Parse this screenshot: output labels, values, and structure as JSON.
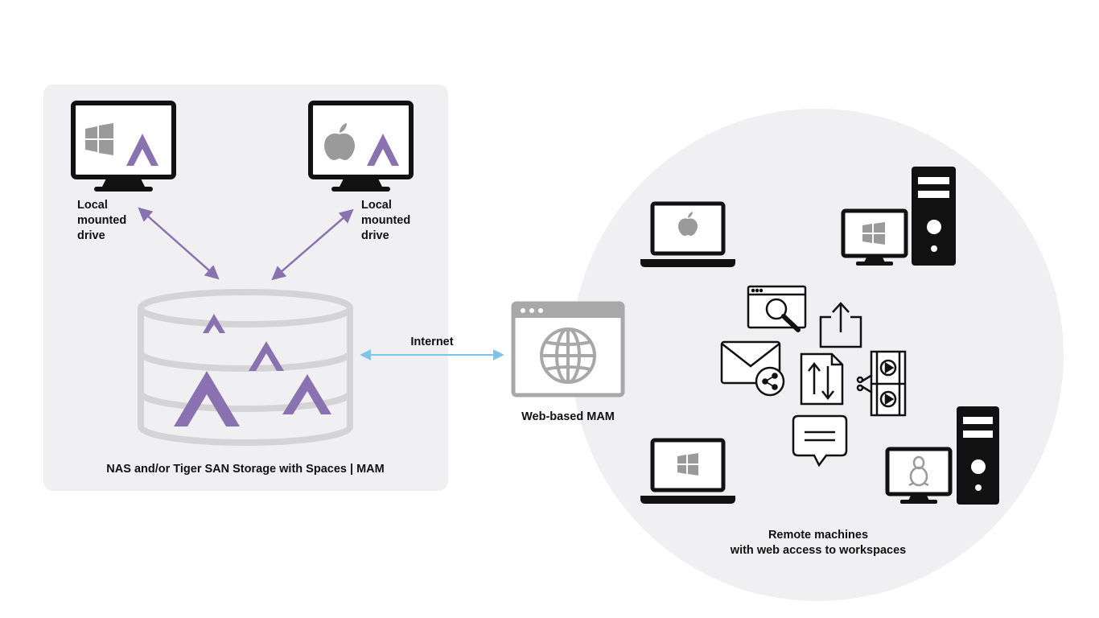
{
  "colors": {
    "accent": "#8a72b0",
    "link_arrow": "#7fc4e8",
    "panel_bg": "#f0f0f2",
    "device": "#111111",
    "icon_grey": "#9a9a9a",
    "storage_grey": "#d4d4d6"
  },
  "labels": {
    "local_drive_left": "Local\nmounted\ndrive",
    "local_drive_right": "Local\nmounted\ndrive",
    "internet": "Internet",
    "web_mam": "Web-based MAM",
    "storage": "NAS and/or Tiger SAN Storage with Spaces | MAM",
    "remote": "Remote machines\nwith web access to workspaces"
  },
  "icons": {
    "local_monitor_left": [
      "monitor-icon",
      "windows-icon",
      "tiger-logo-icon"
    ],
    "local_monitor_right": [
      "monitor-icon",
      "apple-icon",
      "tiger-logo-icon"
    ],
    "storage": [
      "database-icon",
      "tiger-logo-icon"
    ],
    "web_mam": [
      "browser-window-icon",
      "globe-icon"
    ],
    "remote_devices": [
      "laptop-apple-icon",
      "desktop-windows-icon",
      "laptop-windows-icon",
      "desktop-linux-icon"
    ],
    "remote_actions": [
      "search-window-icon",
      "upload-icon",
      "email-share-icon",
      "file-transfer-icon",
      "video-edit-icon",
      "chat-icon"
    ]
  }
}
